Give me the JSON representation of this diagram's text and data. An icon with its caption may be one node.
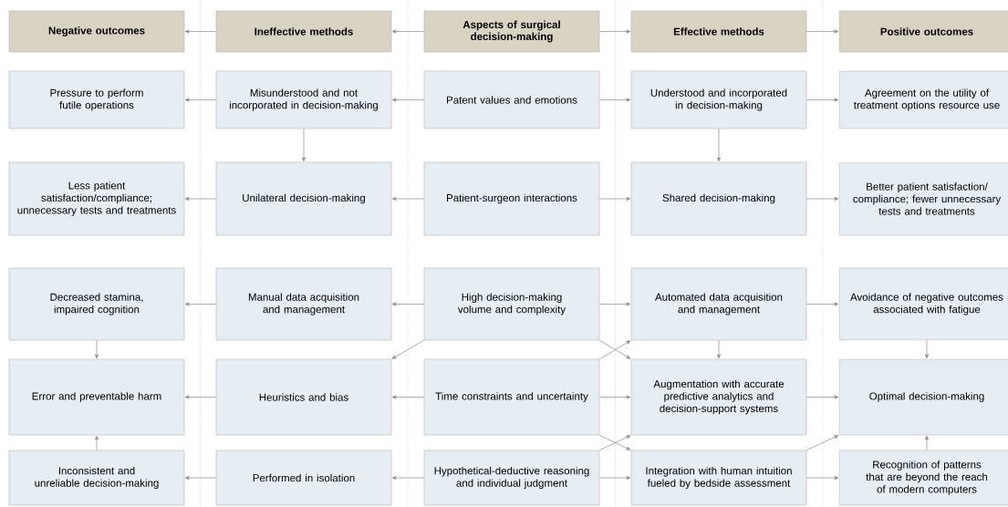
{
  "diagram": {
    "nodes": [
      {
        "text": [
          "Negative outcomes"
        ]
      },
      {
        "text": [
          "Ineffective methods"
        ]
      },
      {
        "text": [
          "Aspects of surgical decision-making"
        ]
      },
      {
        "text": [
          "Effective methods"
        ]
      },
      {
        "text": [
          "Positive outcomes"
        ]
      },
      {
        "text": [
          "Pressure to perform futile operations"
        ]
      },
      {
        "text": [
          "Misunderstood and not incorporated in decision-making"
        ]
      },
      {
        "text": [
          "Patent values and emotions"
        ]
      },
      {
        "text": [
          "Understood and incorporated in decision-making"
        ]
      },
      {
        "text": [
          "Agreement on the utility of treatment options resource use"
        ]
      },
      {
        "text": [
          "Less patient satisfaction/compliance; unnecessary tests and treatments"
        ]
      },
      {
        "text": [
          "Unilateral decision-making"
        ]
      },
      {
        "text": [
          "Patient-surgeon interactions"
        ]
      },
      {
        "text": [
          "Shared decision-making"
        ]
      },
      {
        "text": [
          "Better patient satisfaction/ compliance; fewer unnecessary tests and treatments"
        ]
      },
      {
        "text": [
          "Decreased stamina, impaired cognition"
        ]
      },
      {
        "text": [
          "Manual data acquisition and management"
        ]
      },
      {
        "text": [
          "High decision-making volume and complexity"
        ]
      },
      {
        "text": [
          "Automated data acquisition and management"
        ]
      },
      {
        "text": [
          "Avoidance of negative outcomes associated with fatigue"
        ]
      },
      {
        "text": [
          "Error and preventable harm"
        ]
      },
      {
        "text": [
          "Heuristics and bias"
        ]
      },
      {
        "text": [
          "Time constraints and uncertainty"
        ]
      },
      {
        "text": [
          "Augmentation with accurate predictive analytics and decision-support systems"
        ]
      },
      {
        "text": [
          "Optimal decision-making"
        ]
      },
      {
        "text": [
          "Inconsistent and unreliable decision-making"
        ]
      },
      {
        "text": [
          "Performed in isolation"
        ]
      },
      {
        "text": [
          "Hypothetical-deductive reasoning and individual judgment"
        ]
      },
      {
        "text": [
          "Integration with human intuition fueled by bedside assessment"
        ]
      },
      {
        "text": [
          "Recognition of patterns that are beyond the reach of modern computers"
        ]
      }
    ],
    "edges": [
      {
        "from": 1,
        "to": 0,
        "arrow": "to"
      },
      {
        "from": 2,
        "to": 1,
        "arrow": "to"
      },
      {
        "from": 2,
        "to": 3,
        "arrow": "to"
      },
      {
        "from": 3,
        "to": 4,
        "arrow": "to"
      },
      {
        "from": 6,
        "to": 5,
        "arrow": "to"
      },
      {
        "from": 7,
        "to": 6,
        "arrow": "to"
      },
      {
        "from": 7,
        "to": 8,
        "arrow": "to"
      },
      {
        "from": 8,
        "to": 9,
        "arrow": "to"
      },
      {
        "from": 6,
        "to": 11,
        "arrow": "to"
      },
      {
        "from": 8,
        "to": 13,
        "arrow": "to"
      },
      {
        "from": 11,
        "to": 10,
        "arrow": "to"
      },
      {
        "from": 12,
        "to": 11,
        "arrow": "to"
      },
      {
        "from": 12,
        "to": 13,
        "arrow": "to"
      },
      {
        "from": 13,
        "to": 14,
        "arrow": "to"
      },
      {
        "from": 16,
        "to": 15,
        "arrow": "to"
      },
      {
        "from": 17,
        "to": 16,
        "arrow": "to"
      },
      {
        "from": 17,
        "to": 18,
        "arrow": "to"
      },
      {
        "from": 18,
        "to": 19,
        "arrow": "to"
      },
      {
        "from": 17,
        "to": 21,
        "arrow": "to"
      },
      {
        "from": 17,
        "to": 23,
        "arrow": "to"
      },
      {
        "from": 18,
        "to": 23,
        "arrow": "to"
      },
      {
        "from": 15,
        "to": 20,
        "arrow": "to"
      },
      {
        "from": 19,
        "to": 24,
        "arrow": "to"
      },
      {
        "from": 21,
        "to": 20,
        "arrow": "to"
      },
      {
        "from": 22,
        "to": 21,
        "arrow": "to"
      },
      {
        "from": 22,
        "to": 23,
        "arrow": "to"
      },
      {
        "from": 23,
        "to": 24,
        "arrow": "to"
      },
      {
        "from": 22,
        "to": 18,
        "arrow": "to"
      },
      {
        "from": 22,
        "to": 28,
        "arrow": "to"
      },
      {
        "from": 26,
        "to": 25,
        "arrow": "to"
      },
      {
        "from": 27,
        "to": 26,
        "arrow": "to"
      },
      {
        "from": 27,
        "to": 28,
        "arrow": "to"
      },
      {
        "from": 28,
        "to": 29,
        "arrow": "to"
      },
      {
        "from": 27,
        "to": 23,
        "arrow": "to"
      },
      {
        "from": 25,
        "to": 20,
        "arrow": "to"
      },
      {
        "from": 29,
        "to": 24,
        "arrow": "to"
      },
      {
        "from": 28,
        "to": 24,
        "arrow": "to"
      }
    ]
  }
}
